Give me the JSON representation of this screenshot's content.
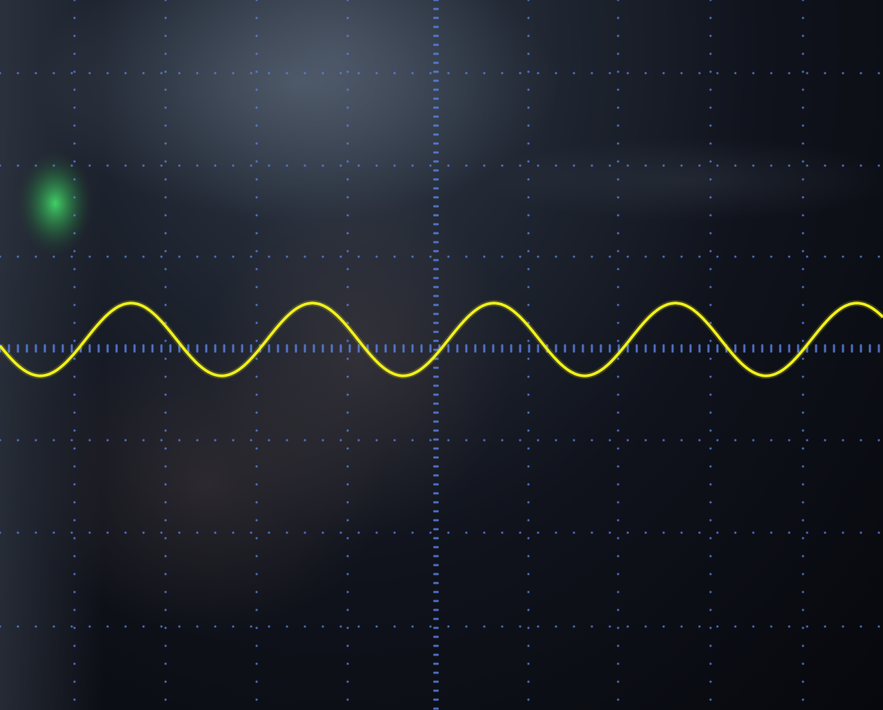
{
  "scope": {
    "grid_color": "#5b82e8",
    "trace_color": "#f2f21a",
    "indicator_color": "#3fcf5a",
    "screen_color": "#0b0d14",
    "divisions_horizontal": 10,
    "divisions_vertical": 8,
    "trace": {
      "shape": "sine",
      "cycles_visible": 4.9,
      "amplitude_divisions": 0.42,
      "offset_divisions": -0.15
    }
  }
}
